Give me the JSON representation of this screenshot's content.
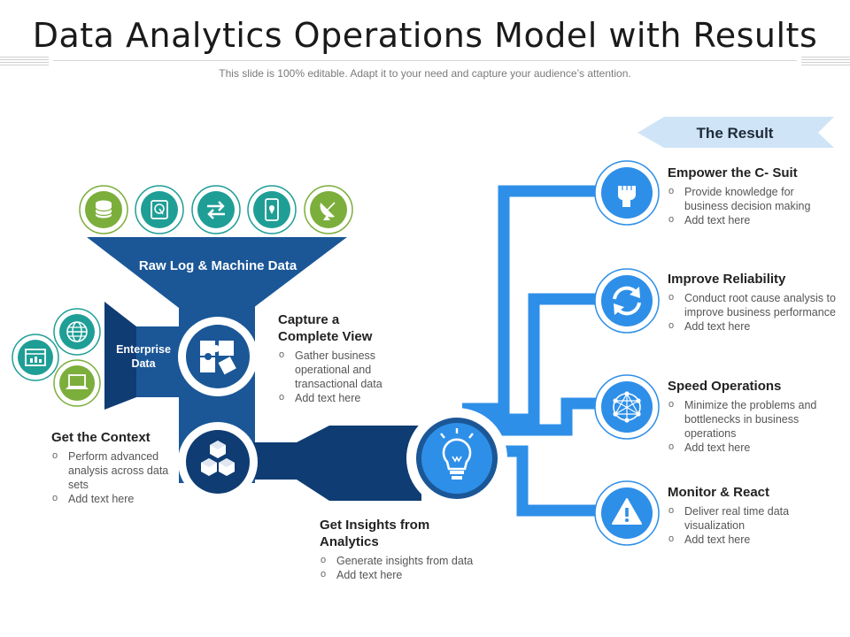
{
  "header": {
    "title": "Data Analytics Operations Model with Results",
    "subtitle": "This slide is 100% editable. Adapt it to your need and capture your audience’s attention."
  },
  "funnel": {
    "top_label": "Raw Log & Machine Data",
    "side_label": "Enterprise Data"
  },
  "top_icons": [
    "database-icon",
    "hard-disk-icon",
    "transfer-arrows-icon",
    "mobile-location-icon",
    "satellite-dish-icon"
  ],
  "left_icons": [
    "globe-icon",
    "dashboard-chart-icon",
    "laptop-icon"
  ],
  "steps": {
    "capture": {
      "heading": "Capture a Complete View",
      "bullets": [
        "Gather business operational and transactional data",
        "Add text here"
      ]
    },
    "context": {
      "heading": "Get the Context",
      "bullets": [
        "Perform advanced analysis across data sets",
        "Add text here"
      ]
    },
    "insights": {
      "heading": "Get Insights from Analytics",
      "bullets": [
        "Generate insights from data",
        "Add text here"
      ]
    }
  },
  "result": {
    "label": "The Result",
    "items": [
      {
        "heading": "Empower the C- Suit",
        "icon": "fist-icon",
        "bullets": [
          "Provide knowledge for business decision making",
          "Add text here"
        ]
      },
      {
        "heading": "Improve Reliability",
        "icon": "refresh-icon",
        "bullets": [
          "Conduct root cause analysis to improve business performance",
          "Add text here"
        ]
      },
      {
        "heading": "Speed Operations",
        "icon": "network-icon",
        "bullets": [
          "Minimize the problems and bottlenecks in business operations",
          "Add text here"
        ]
      },
      {
        "heading": "Monitor & React",
        "icon": "warning-icon",
        "bullets": [
          "Deliver real time data visualization",
          "Add text here"
        ]
      }
    ]
  },
  "colors": {
    "dark_blue": "#1b5797",
    "navy": "#0f3c73",
    "light_blue": "#2e8fe8",
    "result_banner": "#cfe4f7",
    "green": "#7cae3c",
    "teal": "#1f9e96"
  }
}
